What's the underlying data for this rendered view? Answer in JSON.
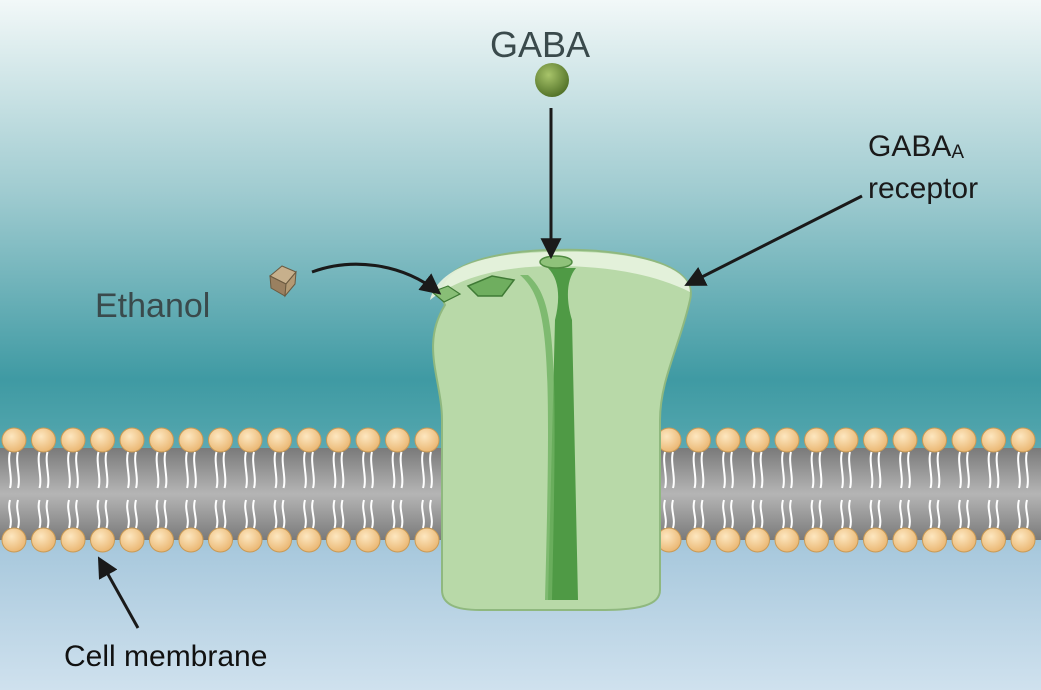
{
  "labels": {
    "gaba": "GABA",
    "receptor_main": "GABA",
    "receptor_sub": "A",
    "receptor_line2": "receptor",
    "ethanol": "Ethanol",
    "membrane": "Cell membrane"
  },
  "colors": {
    "sky_top": "#e9f3f3",
    "sky_mid": "#3e9aa3",
    "sky_bottom": "#c4d9ea",
    "receptor_fill": "#b8d9a8",
    "receptor_channel": "#4f9a45",
    "lipid_head": "#f3c98d",
    "membrane_core": "#9a9a9a",
    "ligand": "#6d8f3a",
    "ethanol_cube": "#a89070"
  },
  "icons": {
    "gaba_molecule": "green-sphere",
    "ethanol_molecule": "tan-cube"
  }
}
